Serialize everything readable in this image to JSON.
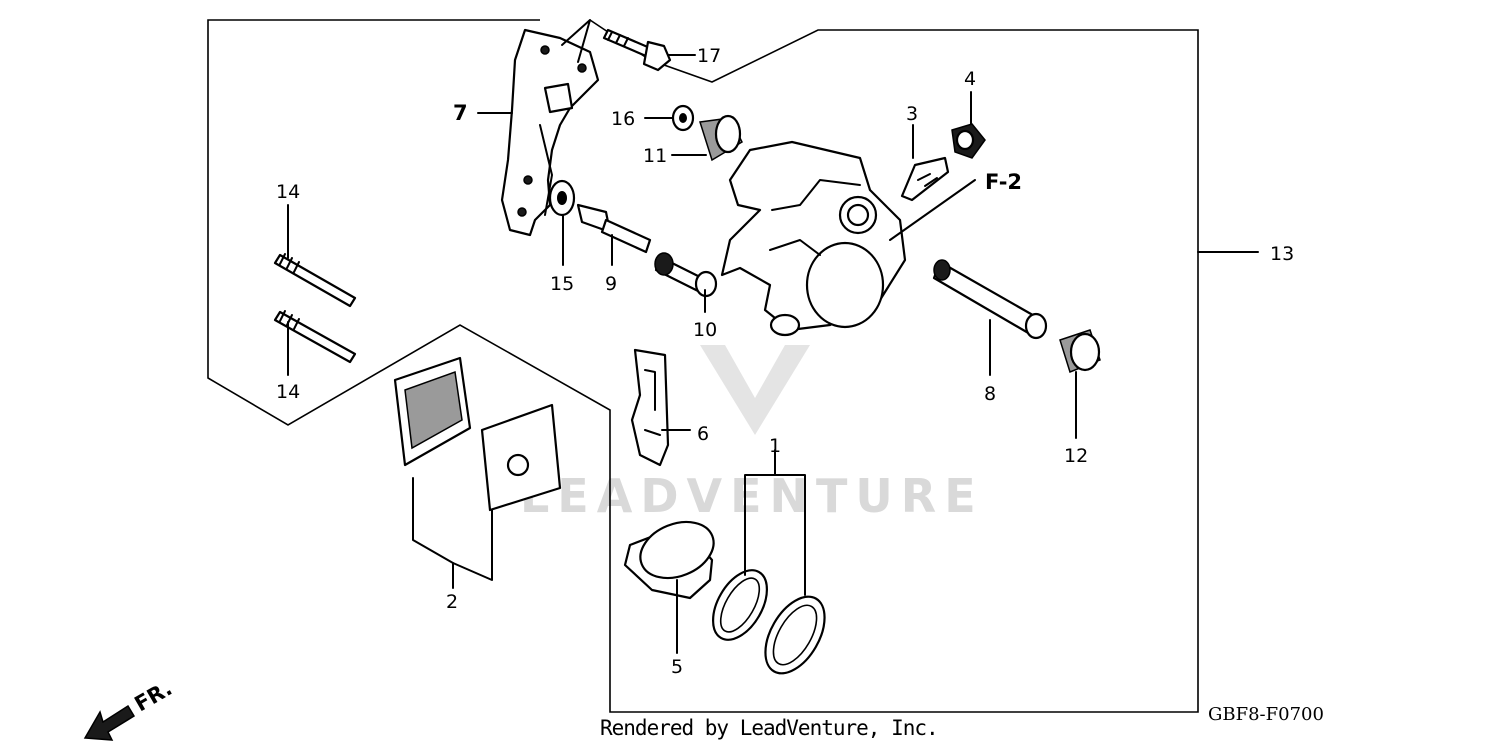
{
  "callouts": {
    "c1": "1",
    "c2": "2",
    "c3": "3",
    "c4": "4",
    "c5": "5",
    "c6": "6",
    "c7": "7",
    "c8": "8",
    "c9": "9",
    "c10": "10",
    "c11": "11",
    "c12": "12",
    "c13": "13",
    "c14a": "14",
    "c14b": "14",
    "c15": "15",
    "c16": "16",
    "c17": "17"
  },
  "reference_label": "F-2",
  "direction_label": "FR.",
  "watermark": "LEADVENTURE",
  "footer_credit": "Rendered by LeadVenture, Inc.",
  "diagram_code": "GBF8-F0700"
}
